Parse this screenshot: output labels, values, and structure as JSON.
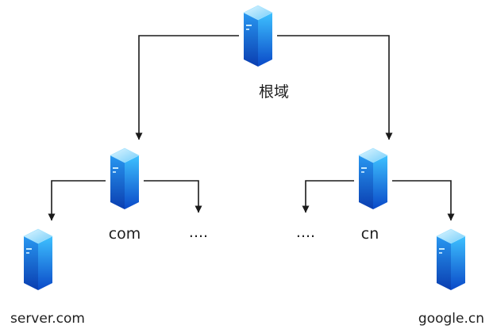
{
  "diagram": {
    "type": "dns-hierarchy-tree",
    "nodes": {
      "root": {
        "label": "根域"
      },
      "com": {
        "label": "com"
      },
      "dots_left": {
        "label": "...."
      },
      "dots_right": {
        "label": "...."
      },
      "cn": {
        "label": "cn"
      },
      "server_com": {
        "label": "server.com"
      },
      "google_cn": {
        "label": "google.cn"
      }
    },
    "colors": {
      "line": "#1a1a1a",
      "server_front_top": "#3ec1ff",
      "server_front_bottom": "#0a49c8",
      "server_side_top": "#2897f0",
      "server_side_bottom": "#0a3db0",
      "server_top_light": "#dff6ff",
      "server_top_dark": "#74cdfa"
    }
  }
}
